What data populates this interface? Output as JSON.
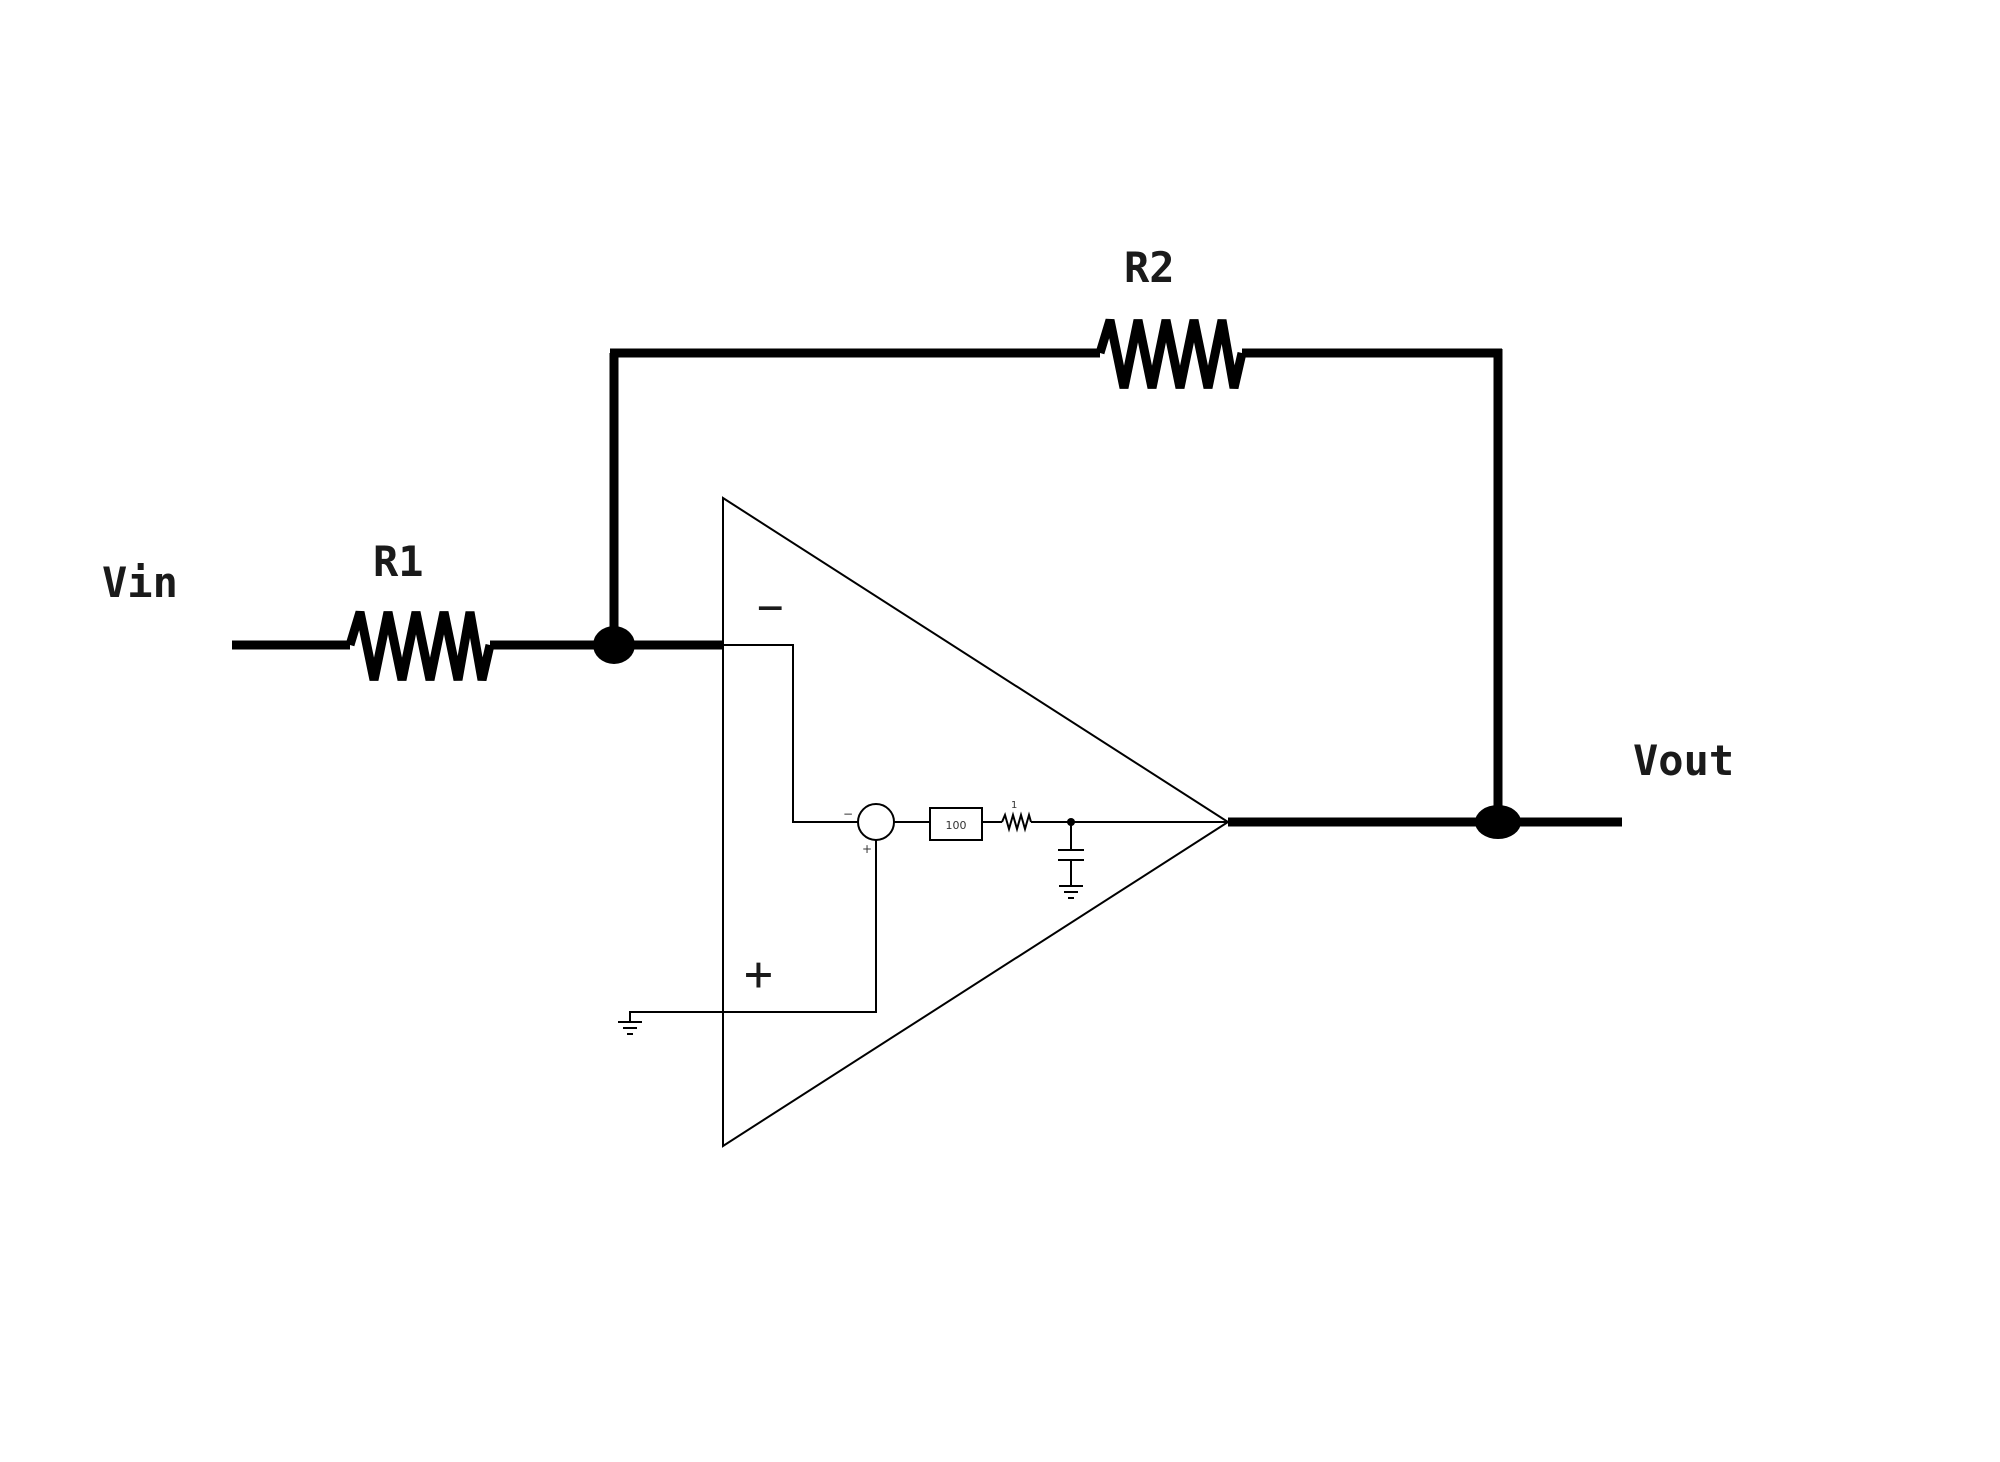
{
  "labels": {
    "vin": "Vin",
    "vout": "Vout",
    "r1": "R1",
    "r2": "R2",
    "inverting_sign": "−",
    "noninverting_sign": "+",
    "gain_block": "100",
    "internal_resistor": "1",
    "summer_minus": "−",
    "summer_plus": "+"
  }
}
